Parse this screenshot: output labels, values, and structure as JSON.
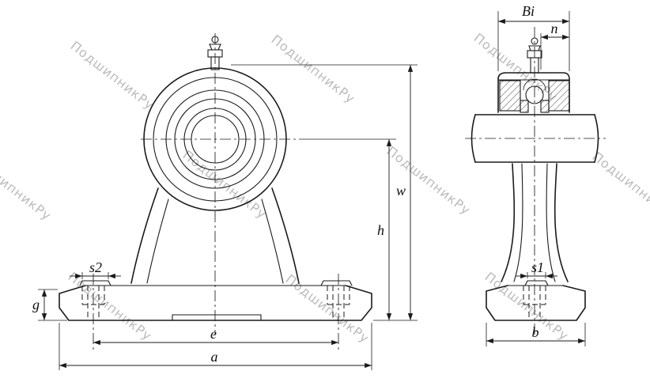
{
  "watermark": {
    "text": "ПодшипникРу"
  },
  "dims": {
    "front": {
      "w": "w",
      "h": "h",
      "e": "e",
      "a": "a",
      "g": "g",
      "s2": "s2"
    },
    "side": {
      "Bi": "Bi",
      "n": "n",
      "s1": "s1",
      "b": "b"
    }
  }
}
